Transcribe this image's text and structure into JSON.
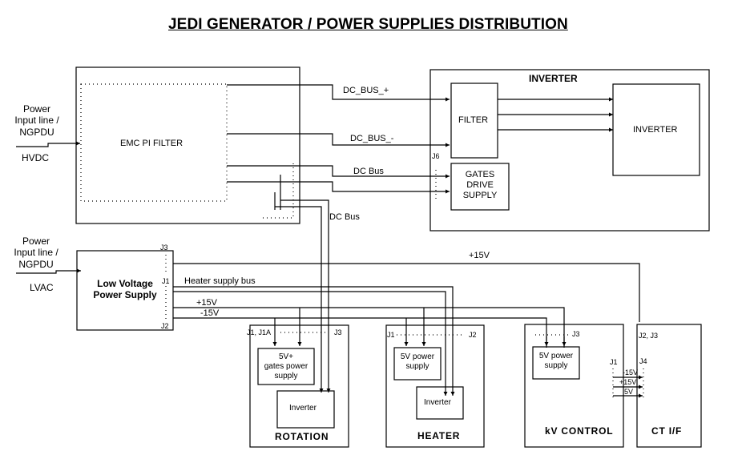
{
  "title": "JEDI GENERATOR / POWER SUPPLIES DISTRIBUTION",
  "inputs": {
    "hvdc": {
      "line1": "Power",
      "line2": "Input line /",
      "line3": "NGPDU",
      "type": "HVDC"
    },
    "lvac": {
      "line1": "Power",
      "line2": "Input line /",
      "line3": "NGPDU",
      "type": "LVAC"
    }
  },
  "blocks": {
    "emc_filter": "EMC PI FILTER",
    "inverter_group": "INVERTER",
    "filter": "FILTER",
    "inverter": "INVERTER",
    "gates_drive": {
      "line1": "GATES",
      "line2": "DRIVE",
      "line3": "SUPPLY"
    },
    "lvps": {
      "line1": "Low Voltage",
      "line2": "Power Supply"
    },
    "rotation": {
      "title": "ROTATION",
      "psu": {
        "line1": "5V+",
        "line2": "gates power",
        "line3": "supply"
      },
      "inverter": "Inverter",
      "conn_left": "J1, J1A",
      "conn_right": "J3"
    },
    "heater": {
      "title": "HEATER",
      "psu": {
        "line1": "5V power",
        "line2": "supply"
      },
      "inverter": "Inverter",
      "conn_left": "J1",
      "conn_right": "J2"
    },
    "kv_control": {
      "title": "kV CONTROL",
      "psu": {
        "line1": "5V power",
        "line2": "supply"
      },
      "conn_top": "J3",
      "conn_side": "J1"
    },
    "ct_if": {
      "title": "CT I/F",
      "conn_top": "J2, J3",
      "conn_side": "J4"
    }
  },
  "connectors": {
    "j6": "J6",
    "lvps_j3": "J3",
    "lvps_j1": "J1",
    "lvps_j2": "J2"
  },
  "signals": {
    "dc_bus_plus": "DC_BUS_+",
    "dc_bus_minus": "DC_BUS_-",
    "dc_bus_gates": "DC Bus",
    "dc_bus_rotation": "DC Bus",
    "p15v_top": "+15V",
    "heater_bus": "Heater supply bus",
    "p15v": "+15V",
    "m15v": "-15V",
    "ct_m15v": "-15V",
    "ct_p15v": "+15V",
    "ct_5v": "5V"
  }
}
